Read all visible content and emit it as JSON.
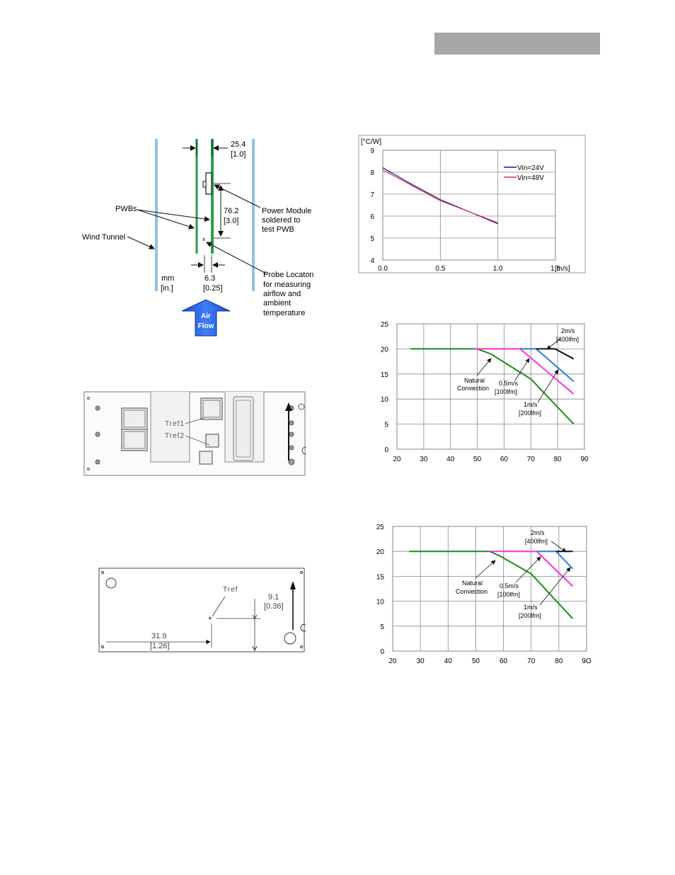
{
  "figure1": {
    "dim_top": "25.4",
    "dim_top_in": "[1.0]",
    "pwbs": "PWBs",
    "wind_tunnel": "Wind Tunnel",
    "power_module": [
      "Power Module",
      "soldered to",
      "test PWB"
    ],
    "dim_mid": "76.2",
    "dim_mid_in": "[3.0]",
    "units": [
      "mm",
      "[in.]"
    ],
    "dim_bottom": "6.3",
    "dim_bottom_in": "[0.25]",
    "probe": [
      "Probe Locaton",
      "for measuring",
      "airflow and",
      "ambient",
      "temperature"
    ],
    "airflow": [
      "Air",
      "Flow"
    ]
  },
  "figure2": {
    "tref1": "Tref1",
    "tref2": "Tref2"
  },
  "figure3": {
    "tref": "Tref",
    "dim_h": "31.9",
    "dim_h_in": "[1.26]",
    "dim_v": "9.1",
    "dim_v_in": "[0.36]"
  },
  "chart_data": [
    {
      "type": "line",
      "xlabel": "[m/s]",
      "ylabel": "[°C/W]",
      "xlim": [
        0,
        1.5
      ],
      "ylim": [
        4,
        9
      ],
      "x_ticks": [
        "0.0",
        "0.5",
        "1.0",
        "1.5"
      ],
      "y_ticks": [
        "4",
        "5",
        "6",
        "7",
        "8",
        "9"
      ],
      "grid": true,
      "legend": "top-right",
      "series": [
        {
          "name": "Vin=24V",
          "color": "#1a1a8c",
          "x": [
            0.0,
            0.25,
            0.5,
            0.75,
            1.0
          ],
          "y": [
            8.2,
            7.45,
            6.75,
            6.2,
            5.65
          ]
        },
        {
          "name": "Vin=48V",
          "color": "#d9365a",
          "x": [
            0.0,
            0.25,
            0.5,
            0.75,
            1.0
          ],
          "y": [
            8.1,
            7.4,
            6.7,
            6.2,
            5.7
          ]
        }
      ]
    },
    {
      "type": "line",
      "xlim": [
        20,
        90
      ],
      "ylim": [
        0,
        25
      ],
      "x_ticks": [
        "20",
        "30",
        "40",
        "50",
        "60",
        "70",
        "80",
        "90"
      ],
      "y_ticks": [
        "0",
        "5",
        "10",
        "15",
        "20",
        "25"
      ],
      "grid": true,
      "series": [
        {
          "color": "#1a8c1a",
          "x": [
            25,
            50,
            55,
            70,
            86
          ],
          "y": [
            20,
            20,
            19,
            14,
            5
          ]
        },
        {
          "color": "#ff2fe0",
          "x": [
            49,
            66,
            86
          ],
          "y": [
            20,
            20,
            11
          ]
        },
        {
          "color": "#2a7ddb",
          "x": [
            66,
            72,
            86
          ],
          "y": [
            20,
            20,
            13.5
          ]
        },
        {
          "color": "#111111",
          "x": [
            72,
            79,
            86
          ],
          "y": [
            20,
            20,
            18
          ]
        }
      ],
      "annotations": [
        {
          "text": [
            "2m/s",
            "[400lfm]"
          ]
        },
        {
          "text": [
            "Natural",
            "Convection"
          ]
        },
        {
          "text": [
            "0.5m/s",
            "[100lfm]"
          ]
        },
        {
          "text": [
            "1m/s",
            "[200lfm]"
          ]
        }
      ]
    },
    {
      "type": "line",
      "xlim": [
        20,
        90
      ],
      "ylim": [
        0,
        25
      ],
      "x_ticks": [
        "20",
        "30",
        "40",
        "50",
        "60",
        "70",
        "80",
        "9O"
      ],
      "y_ticks": [
        "0",
        "5",
        "10",
        "15",
        "20",
        "25"
      ],
      "grid": true,
      "series": [
        {
          "color": "#1a8c1a",
          "x": [
            26,
            55,
            59,
            70,
            85
          ],
          "y": [
            20,
            20,
            19,
            15.5,
            6.5
          ]
        },
        {
          "color": "#ff2fe0",
          "x": [
            55,
            72,
            85
          ],
          "y": [
            20,
            20,
            13
          ]
        },
        {
          "color": "#2a7ddb",
          "x": [
            72,
            79,
            85
          ],
          "y": [
            20,
            20,
            16.5
          ]
        },
        {
          "color": "#111111",
          "x": [
            79,
            85
          ],
          "y": [
            20,
            20
          ]
        }
      ],
      "annotations": [
        {
          "text": [
            "2m/s",
            "[400lfm]"
          ]
        },
        {
          "text": [
            "Natural",
            "Convection"
          ]
        },
        {
          "text": [
            "0.5m/s",
            "[100lfm]"
          ]
        },
        {
          "text": [
            "1m/s",
            "[200lfm]"
          ]
        }
      ]
    }
  ]
}
